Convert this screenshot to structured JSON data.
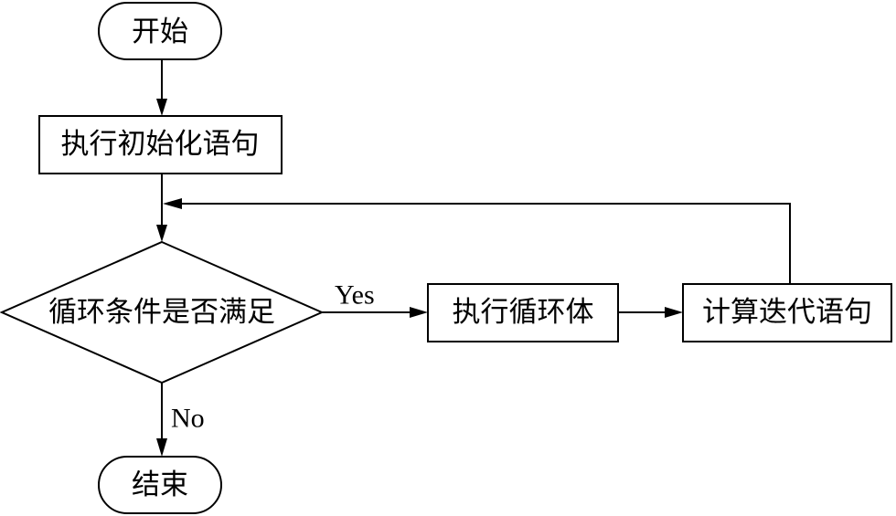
{
  "nodes": {
    "start": "开始",
    "init": "执行初始化语句",
    "condition": "循环条件是否满足",
    "body": "执行循环体",
    "iterate": "计算迭代语句",
    "end": "结束"
  },
  "edge_labels": {
    "yes": "Yes",
    "no": "No"
  }
}
